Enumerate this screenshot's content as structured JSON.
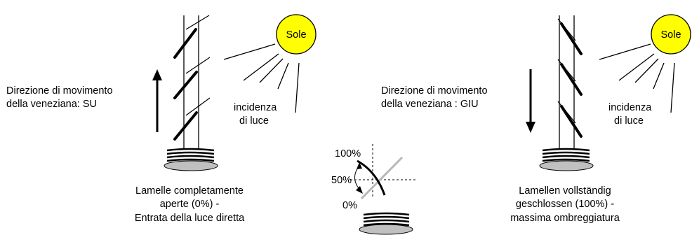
{
  "left_panel": {
    "sun_label": "Sole",
    "direction_line1": "Direzione di movimento",
    "direction_line2": "della veneziana: SU",
    "incidence_line1": "incidenza",
    "incidence_line2": "di luce",
    "caption_line1": "Lamelle completamente",
    "caption_line2": "aperte (0%) -",
    "caption_line3": "Entrata della luce diretta"
  },
  "center_panel": {
    "label_100": "100%",
    "label_50": "50%",
    "label_0": "0%"
  },
  "right_panel": {
    "sun_label": "Sole",
    "direction_line1": "Direzione di movimento",
    "direction_line2": "della veneziana : GIU",
    "incidence_line1": "incidenza",
    "incidence_line2": "di luce",
    "caption_line1": "Lamellen vollständig",
    "caption_line2": "geschlossen (100%) -",
    "caption_line3": "massima ombreggiatura"
  },
  "colors": {
    "sun_fill": "#ffff00",
    "disc_fill": "#c0c0c0",
    "open_slat": "#b8b8b8",
    "ink": "#000000"
  }
}
